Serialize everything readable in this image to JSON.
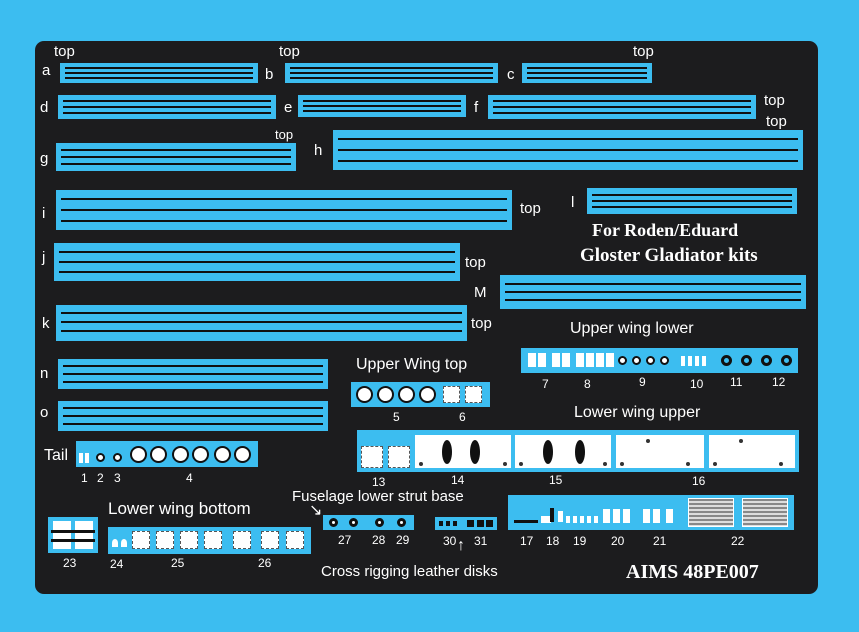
{
  "sheet": {
    "heading_line1": "For Roden/Eduard",
    "heading_line2": "Gloster Gladiator kits",
    "product_code": "AIMS 48PE007"
  },
  "strut_letters": [
    "a",
    "b",
    "c",
    "d",
    "e",
    "f",
    "g",
    "h",
    "i",
    "j",
    "k",
    "l",
    "M",
    "n",
    "o"
  ],
  "top_label": "top",
  "section_titles": {
    "upper_wing_lower": "Upper wing lower",
    "upper_wing_top": "Upper Wing top",
    "lower_wing_upper": "Lower wing upper",
    "tail": "Tail",
    "lower_wing_bottom": "Lower wing bottom",
    "fuselage_lower_strut_base": "Fuselage lower strut base",
    "cross_rigging": "Cross rigging leather disks"
  },
  "part_numbers": [
    "1",
    "2",
    "3",
    "4",
    "5",
    "6",
    "7",
    "8",
    "9",
    "10",
    "11",
    "12",
    "13",
    "14",
    "15",
    "16",
    "17",
    "18",
    "19",
    "20",
    "21",
    "22",
    "23",
    "24",
    "25",
    "26",
    "27",
    "28",
    "29",
    "30",
    "31"
  ],
  "colors": {
    "background": "#3cbdf0",
    "sheet": "#1c1c1e",
    "fret": "#3cbdf0",
    "text": "#ffffff"
  }
}
